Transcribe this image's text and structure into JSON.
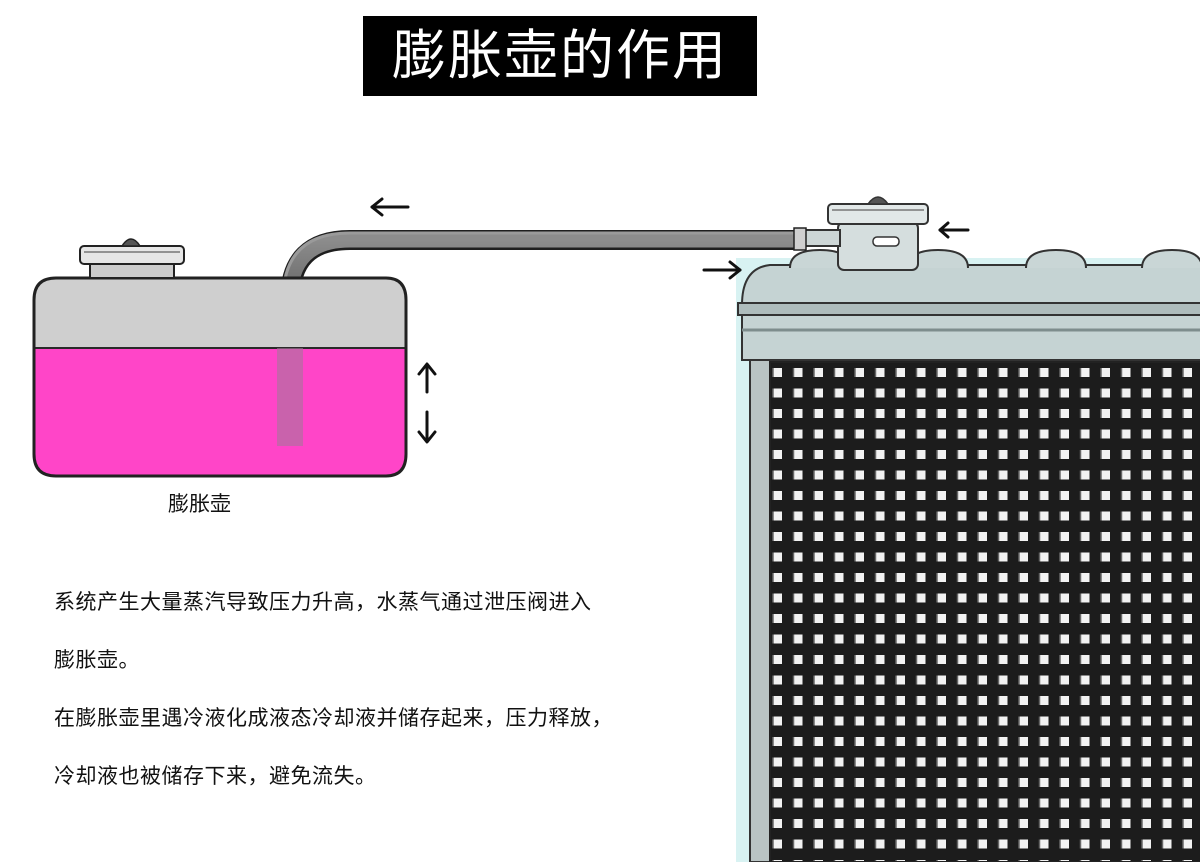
{
  "title": "膨胀壶的作用",
  "tank_label": "膨胀壶",
  "description": {
    "line1": "系统产生大量蒸汽导致压力升高，水蒸气通过泄压阀进入",
    "line2": "膨胀壶。",
    "line3": "在膨胀壶里遇冷液化成液态冷却液并储存起来，压力释放，",
    "line4": "冷却液也被储存下来，避免流失。"
  },
  "colors": {
    "coolant": "#ff45c8",
    "tank_air": "#cfcfcf",
    "radiator_cap": "#c9d6d6",
    "radiator_core": "#1c1c1c"
  }
}
